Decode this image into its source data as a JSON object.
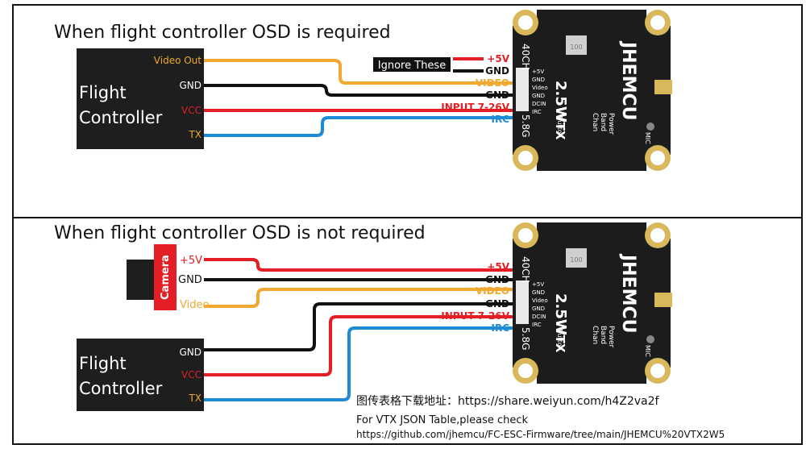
{
  "top": {
    "title": "When flight controller OSD is required",
    "fc_name_line1": "Flight",
    "fc_name_line2": "Controller",
    "fc_pins": [
      "Video Out",
      "GND",
      "VCC",
      "TX"
    ],
    "ignore_label": "Ignore These",
    "vtx_pins": [
      "+5V",
      "GND",
      "VIDEO",
      "GND",
      "INPUT 7-26V",
      "IRC"
    ]
  },
  "bottom": {
    "title": "When flight controller OSD is not required",
    "camera_label": "Camera",
    "camera_pins": [
      "+5V",
      "GND",
      "Video"
    ],
    "fc_name_line1": "Flight",
    "fc_name_line2": "Controller",
    "fc_pins": [
      "GND",
      "VCC",
      "TX"
    ],
    "vtx_pins": [
      "+5V",
      "GND",
      "VIDEO",
      "GND",
      "INPUT 7-26V",
      "IRC"
    ]
  },
  "board": {
    "channels": "40CH",
    "band": "5.8G",
    "power": "2.5W",
    "model": "VTX",
    "brand": "JHEMCU",
    "pad_labels": [
      "+5V",
      "GND",
      "Video",
      "GND",
      "DCIN",
      "IRC"
    ],
    "button_label": "Button",
    "led_labels": [
      "Power",
      "Band",
      "Chan"
    ],
    "mic_label": "MIC",
    "inductor_label": "100"
  },
  "notes": {
    "cn_line": "图传表格下载地址：https://share.weiyun.com/h4Z2va2f",
    "en_line1": "For VTX JSON Table,please check",
    "en_line2": "https://github.com/jhemcu/FC-ESC-Firmware/tree/main/JHEMCU%20VTX2W5"
  },
  "colors": {
    "video": "#f0a830",
    "gnd": "#111111",
    "power": "#e31e24",
    "irc": "#1f8ad8",
    "fc_box": "#1e1e1e",
    "camera": "#e31e24",
    "pcb": "#1c1c1c",
    "gold": "#d8b85a"
  }
}
